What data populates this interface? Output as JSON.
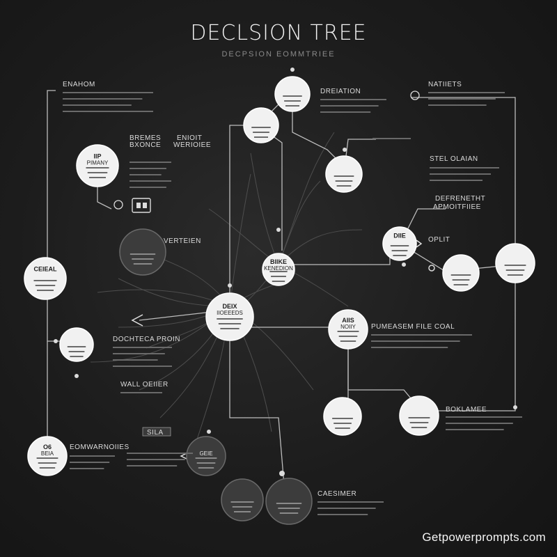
{
  "title": "DECLSION TREE",
  "subtitle": "DECPSION  EOMMTRIEE",
  "watermark": "Getpowerprompts.com",
  "colors": {
    "background": "#1c1c1c",
    "node_light": "#f1f1f1",
    "node_dark": "#3c3c3c",
    "line": "#c8c8c8",
    "thin_line": "#5a5a5a"
  },
  "nodes": [
    {
      "id": "top",
      "lines": [
        "",
        "",
        ""
      ],
      "style": "light"
    },
    {
      "id": "upper",
      "lines": [
        "",
        "",
        ""
      ],
      "style": "light"
    },
    {
      "id": "mid-right",
      "lines": [
        "",
        "",
        ""
      ],
      "style": "light"
    },
    {
      "id": "primary",
      "lines": [
        "IIP",
        "PIMANY",
        ""
      ],
      "style": "light"
    },
    {
      "id": "left-dark",
      "lines": [
        "",
        "",
        ""
      ],
      "style": "dark"
    },
    {
      "id": "center-up",
      "lines": [
        "BIIKE",
        "KENEDION",
        ""
      ],
      "style": "light"
    },
    {
      "id": "right-a",
      "lines": [
        "DIIE",
        "",
        ""
      ],
      "style": "light"
    },
    {
      "id": "right-b",
      "lines": [
        "",
        "",
        ""
      ],
      "style": "light"
    },
    {
      "id": "far-right",
      "lines": [
        "",
        "",
        ""
      ],
      "style": "light"
    },
    {
      "id": "cereal",
      "lines": [
        "CEIEAL",
        "",
        ""
      ],
      "style": "light"
    },
    {
      "id": "center",
      "lines": [
        "DEIX",
        "IIOEEEDS",
        ""
      ],
      "style": "light"
    },
    {
      "id": "mid",
      "lines": [
        "AIIS",
        "NOIIY",
        ""
      ],
      "style": "light"
    },
    {
      "id": "left-low",
      "lines": [
        "",
        "",
        ""
      ],
      "style": "light"
    },
    {
      "id": "low-mid",
      "lines": [
        "",
        "",
        ""
      ],
      "style": "light"
    },
    {
      "id": "low-right",
      "lines": [
        "",
        "",
        ""
      ],
      "style": "light"
    },
    {
      "id": "bottom-left",
      "lines": [
        "O6",
        "BEIA",
        ""
      ],
      "style": "light"
    },
    {
      "id": "dark-small",
      "lines": [
        "",
        "GEIE",
        ""
      ],
      "style": "dark"
    },
    {
      "id": "dark-bot1",
      "lines": [
        "",
        "",
        ""
      ],
      "style": "dark"
    },
    {
      "id": "dark-bot2",
      "lines": [
        "",
        "",
        ""
      ],
      "style": "dark"
    }
  ],
  "labels": [
    {
      "id": "enaiom",
      "text": "ENAHOM"
    },
    {
      "id": "bremes",
      "text": "BREMES"
    },
    {
      "id": "bremes-sub",
      "text": "BXONCE"
    },
    {
      "id": "eniot",
      "text": "ENIOIT"
    },
    {
      "id": "eniot-sub",
      "text": "WERIOIEE"
    },
    {
      "id": "dreiation",
      "text": "DREIATION"
    },
    {
      "id": "natiets",
      "text": "NATIIETS"
    },
    {
      "id": "stelolaian",
      "text": "STEL OLAIAN"
    },
    {
      "id": "defrenet",
      "text": "DEFRENETHT"
    },
    {
      "id": "apmoit",
      "text": "APMOITFIIEE"
    },
    {
      "id": "verteien",
      "text": "VERTEIEN"
    },
    {
      "id": "oplit",
      "text": "OPLIT"
    },
    {
      "id": "dochteca",
      "text": "DOCHTECA PROIN"
    },
    {
      "id": "pumeasem",
      "text": "PUMEASEM FILE COAL"
    },
    {
      "id": "wall",
      "text": "WALL OEIIER"
    },
    {
      "id": "eomwarnoies",
      "text": "EOMWARNOIIES"
    },
    {
      "id": "boklamee",
      "text": "BOKLAMEE"
    },
    {
      "id": "caesimer",
      "text": "CAESIMER"
    },
    {
      "id": "small-tag",
      "text": "SILA"
    }
  ]
}
